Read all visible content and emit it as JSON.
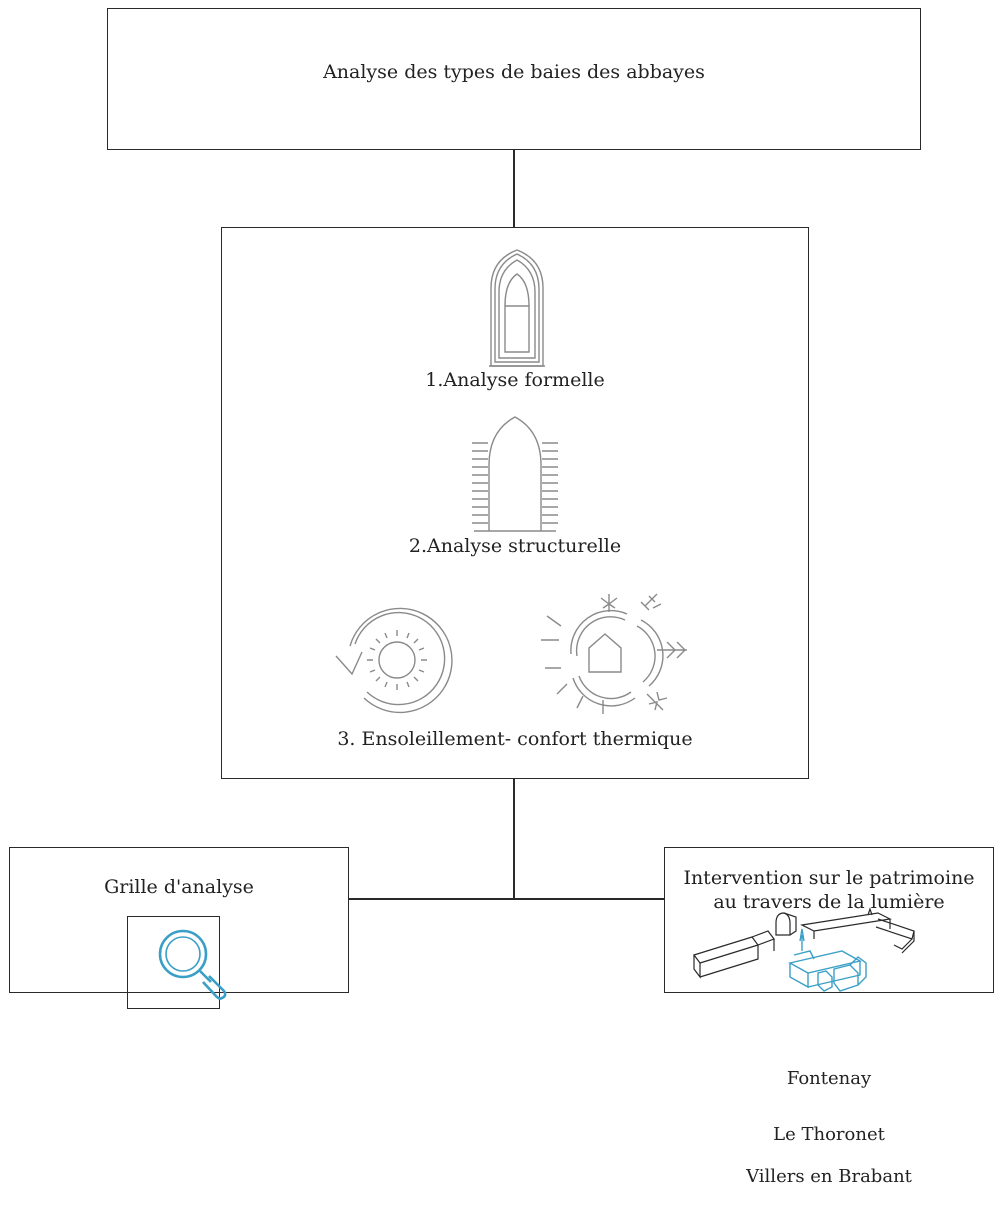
{
  "diagram": {
    "top_node": {
      "label": "Analyse des types de baies des abbayes"
    },
    "middle_node": {
      "steps": [
        {
          "label": "1.Analyse formelle",
          "icon": "gothic-window-icon"
        },
        {
          "label": "2.Analyse structurelle",
          "icon": "arched-wall-section-icon"
        },
        {
          "label": "3. Ensoleillement- confort thermique",
          "icons": [
            "sun-cycle-icon",
            "house-climate-icon"
          ]
        }
      ]
    },
    "left_node": {
      "label": "Grille d'analyse",
      "icon": "magnifier-icon"
    },
    "right_node": {
      "label_line1": "Intervention sur le patrimoine",
      "label_line2": "au travers de la lumière",
      "icon": "abbey-plan-icon"
    },
    "abbeys": [
      "Fontenay",
      "Le Thoronet",
      "Villers en Brabant"
    ]
  },
  "colors": {
    "stroke": "#2a2a2a",
    "icon_gray": "#8a8a8a",
    "accent_blue": "#3a9fc6"
  }
}
